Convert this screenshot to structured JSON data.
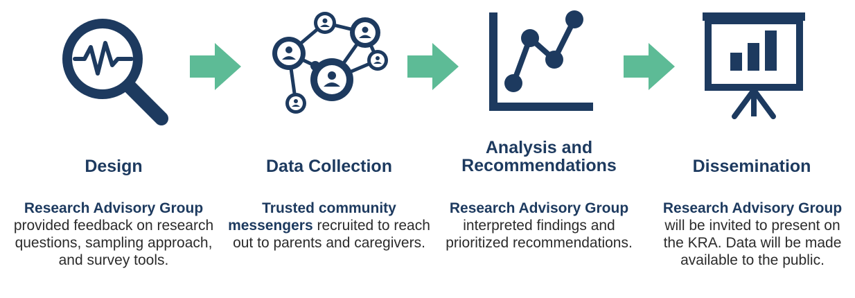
{
  "colors": {
    "navy": "#1d3a5f",
    "arrow": "#5dbb96",
    "text": "#2b2b2b"
  },
  "steps": [
    {
      "icon": "magnifier-pulse-icon",
      "title": "Design",
      "desc_bold": "Research Advisory Group",
      "desc_rest": " provided feedback on research questions, sampling approach, and survey tools."
    },
    {
      "icon": "people-network-icon",
      "title": "Data Collection",
      "desc_bold": "Trusted community messengers",
      "desc_rest": " recruited to reach out to parents and caregivers."
    },
    {
      "icon": "line-chart-icon",
      "title": "Analysis and Recommendations",
      "desc_bold": "Research Advisory Group",
      "desc_rest": " interpreted findings and prioritized recommendations."
    },
    {
      "icon": "presentation-board-icon",
      "title": "Dissemination",
      "desc_bold": "Research Advisory Group",
      "desc_rest": " will be invited to present on the KRA. Data will be made available to the public."
    }
  ]
}
